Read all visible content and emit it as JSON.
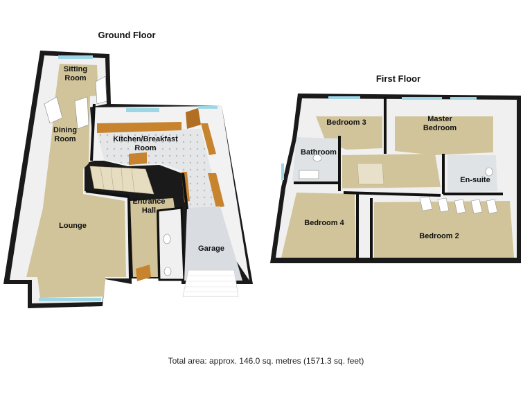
{
  "floors": {
    "ground": {
      "title": "Ground Floor",
      "rooms": {
        "sitting": "Sitting Room",
        "dining": "Dining Room",
        "kitchen": "Kitchen/Breakfast Room",
        "entrance": "Entrance Hall",
        "lounge": "Lounge",
        "garage": "Garage"
      }
    },
    "first": {
      "title": "First Floor",
      "rooms": {
        "bedroom3": "Bedroom 3",
        "master": "Master Bedroom",
        "bathroom": "Bathroom",
        "ensuite": "En-suite",
        "bedroom4": "Bedroom 4",
        "bedroom2": "Bedroom 2"
      }
    }
  },
  "footer": "Total area: approx. 146.0 sq. metres (1571.3 sq. feet)",
  "colors": {
    "wall": "#0d0d0d",
    "carpet": "#d1c49a",
    "wall_inner": "#ececec",
    "tile": "#dfe3e6",
    "window": "#9fd6e6"
  }
}
